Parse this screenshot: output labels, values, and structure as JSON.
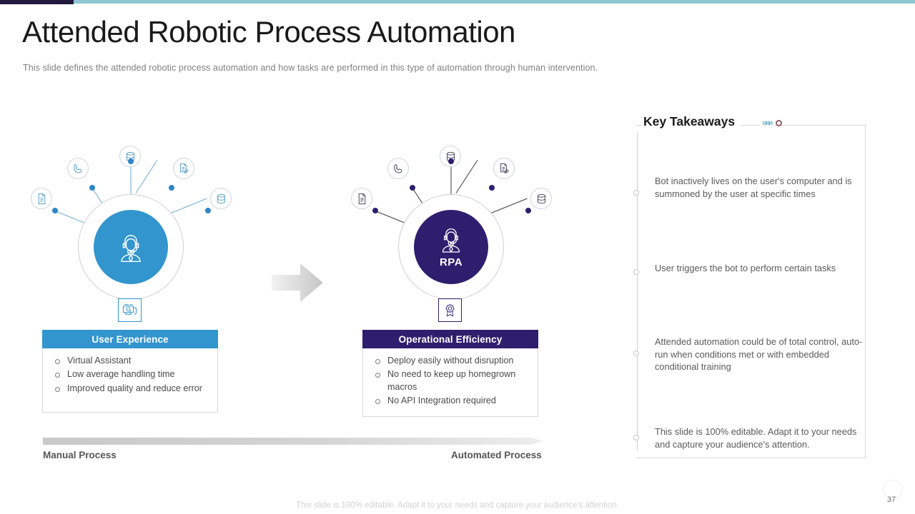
{
  "theme": {
    "navy": "#241a3f",
    "teal_bar": "#8fc6d4",
    "blue": "#3295ce",
    "purple": "#2e1f6e",
    "grey_text": "#5a5a5a"
  },
  "header": {
    "title": "Attended Robotic Process Automation",
    "subtitle": "This slide defines the attended robotic process automation and how tasks are performed in this type of automation through human intervention."
  },
  "diagram": {
    "left_cluster": {
      "hub_icon": "headset-agent-icon",
      "hub_label": "",
      "badge_icon": "computer-monitor-icon",
      "satellites": [
        {
          "icon": "document-icon"
        },
        {
          "icon": "phone-icon"
        },
        {
          "icon": "database-icon"
        },
        {
          "icon": "document-edit-icon"
        },
        {
          "icon": "database-icon"
        }
      ]
    },
    "right_cluster": {
      "hub_icon": "headset-bot-icon",
      "hub_label": "RPA",
      "badge_icon": "gear-badge-icon",
      "satellites": [
        {
          "icon": "document-icon"
        },
        {
          "icon": "phone-icon"
        },
        {
          "icon": "database-icon"
        },
        {
          "icon": "document-edit-icon"
        },
        {
          "icon": "database-icon"
        }
      ]
    },
    "transition_icon": "right-arrow-icon",
    "cards": [
      {
        "title": "User Experience",
        "items": [
          "Virtual Assistant",
          "Low average handling time",
          "Improved quality and reduce error"
        ]
      },
      {
        "title": "Operational Efficiency",
        "items": [
          "Deploy easily without disruption",
          "No need to keep up homegrown macros",
          "No API Integration  required"
        ]
      }
    ],
    "process_bar": {
      "left_label": "Manual Process",
      "right_label": "Automated Process"
    }
  },
  "key_takeaways": {
    "title": "Key Takeaways",
    "chevrons": "»»»",
    "bullet_icon": "dot-marker-icon",
    "items": [
      "Bot inactively lives on the user's computer and is summoned by the user at specific times",
      "User triggers the bot to perform certain tasks",
      "Attended automation could be of total control, auto-run when conditions met or with embedded conditional training",
      "This slide is 100% editable. Adapt it to your needs and capture your audience's attention."
    ]
  },
  "footer": {
    "note": "This slide is 100% editable. Adapt it to your needs and capture your audience's attention.",
    "page_number": "37"
  }
}
